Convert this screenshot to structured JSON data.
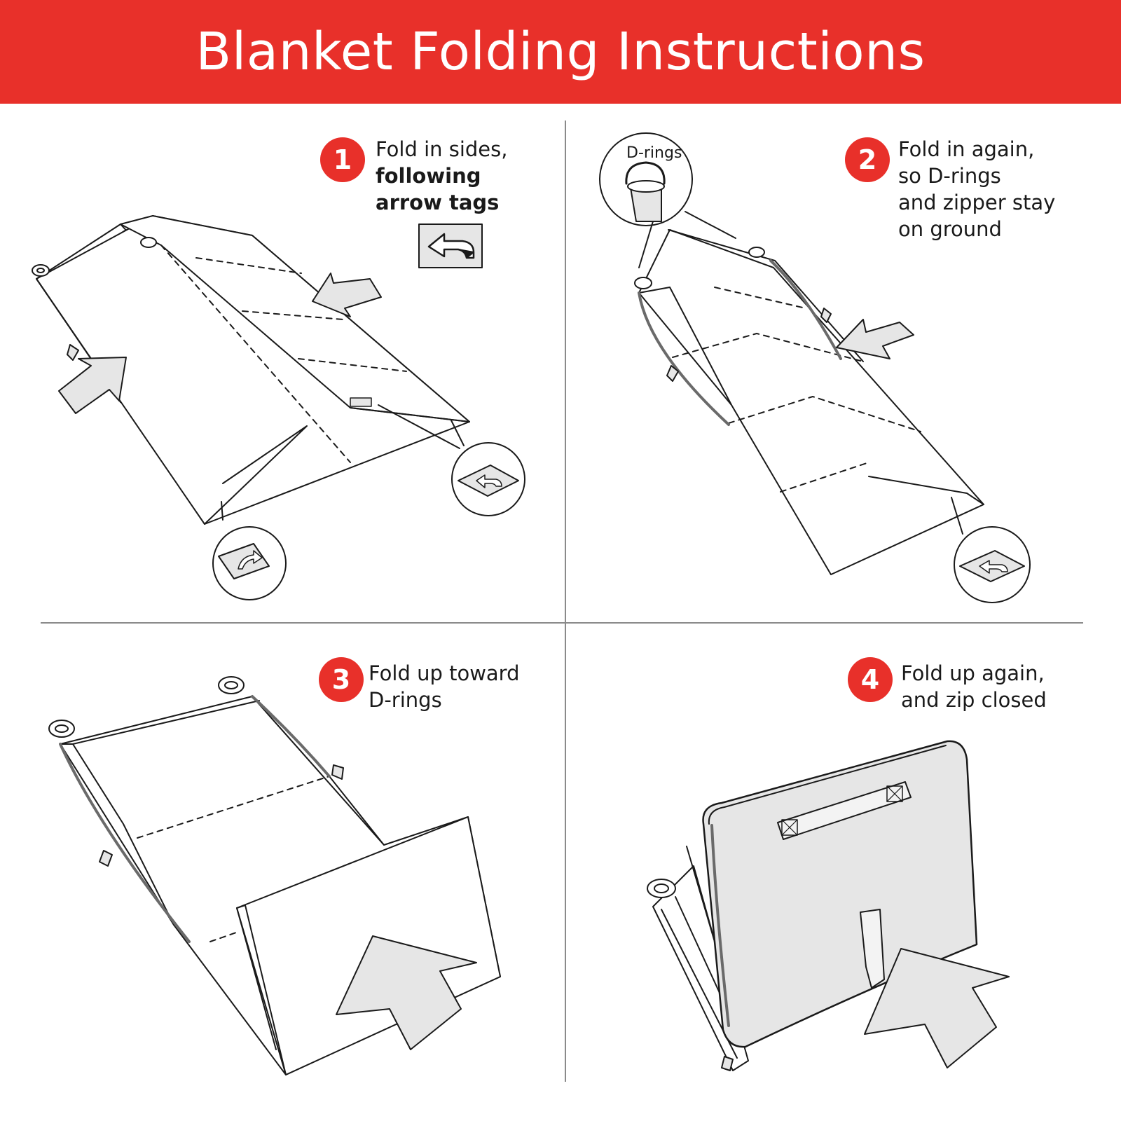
{
  "title": "Blanket Folding Instructions",
  "colors": {
    "accent": "#e8302a",
    "line": "#1a1a1a",
    "fill_gray": "#e6e6e6",
    "divider": "#8a8a8a"
  },
  "steps": [
    {
      "number": "1",
      "lines": [
        "Fold in sides,",
        "following",
        "arrow tags"
      ],
      "bold_lines": [
        1,
        2
      ]
    },
    {
      "number": "2",
      "lines": [
        "Fold in again,",
        "so D-rings",
        "and zipper stay",
        "on ground"
      ]
    },
    {
      "number": "3",
      "lines": [
        "Fold up toward",
        "D-rings"
      ]
    },
    {
      "number": "4",
      "lines": [
        "Fold up again,",
        "and zip closed"
      ]
    }
  ],
  "callouts": {
    "d_rings": "D-rings"
  },
  "icons": [
    "arrow-tag-icon",
    "d-ring-icon",
    "zipper-icon",
    "fold-arrow-icon"
  ]
}
